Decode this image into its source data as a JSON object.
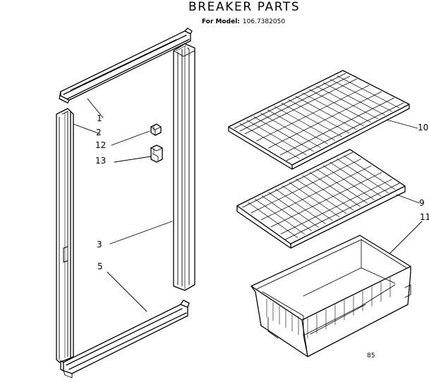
{
  "title": "BREAKER PARTS",
  "model_label": "For Model:",
  "model_number": "106.7382050",
  "callouts": [
    {
      "id": "1",
      "text": "1"
    },
    {
      "id": "2",
      "text": "2"
    },
    {
      "id": "12",
      "text": "12"
    },
    {
      "id": "13",
      "text": "13"
    },
    {
      "id": "3",
      "text": "3"
    },
    {
      "id": "5",
      "text": "5"
    },
    {
      "id": "10",
      "text": "10"
    },
    {
      "id": "9",
      "text": "9"
    },
    {
      "id": "11",
      "text": "11"
    }
  ],
  "page_code": "85"
}
